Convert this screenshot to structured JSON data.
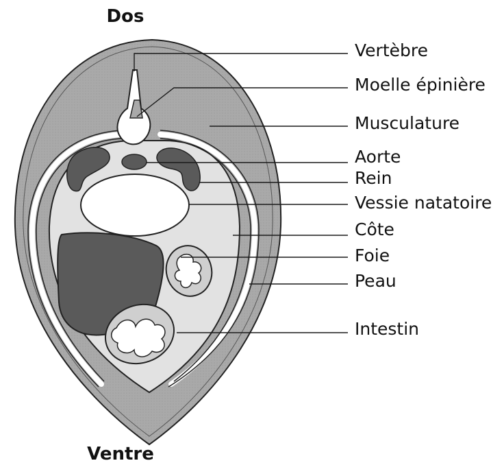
{
  "diagram": {
    "top_label": "Dos",
    "bottom_label": "Ventre",
    "labels": {
      "vertebre": "Vertèbre",
      "moelle": "Moelle épinière",
      "musculature": "Musculature",
      "aorte": "Aorte",
      "rein": "Rein",
      "vessie": "Vessie natatoire",
      "cote": "Côte",
      "foie": "Foie",
      "peau": "Peau",
      "intestin": "Intestin"
    },
    "colors": {
      "musculature": "#a9a9a9",
      "body_cavity": "#e2e2e2",
      "organ_dark": "#5a5a5a",
      "rib_and_bone": "#ffffff",
      "outline": "#222222"
    }
  }
}
